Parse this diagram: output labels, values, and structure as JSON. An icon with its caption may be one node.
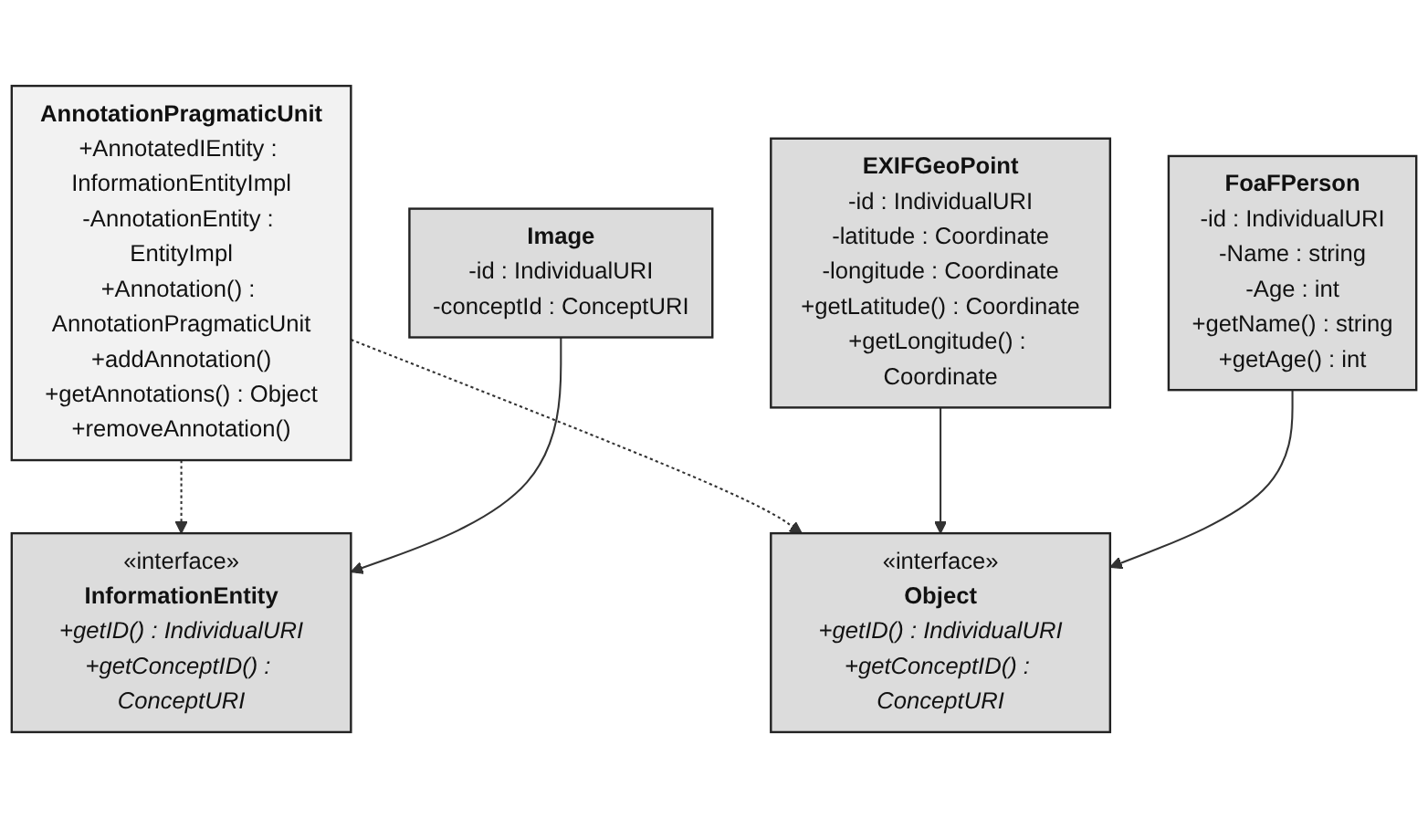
{
  "diagram": {
    "nodes": [
      {
        "text": [
          "AnnotationPragmaticUnit",
          "+AnnotatedIEntity : InformationEntityImpl",
          "-AnnotationEntity : EntityImpl",
          "+Annotation() : AnnotationPragmaticUnit",
          "+addAnnotation()",
          "+getAnnotations() : Object",
          "+removeAnnotation()"
        ]
      },
      {
        "text": [
          "«interface»",
          "InformationEntity",
          "+getID() : IndividualURI",
          "+getConceptID() : ConceptURI"
        ]
      },
      {
        "text": [
          "«interface»",
          "Object",
          "+getID() : IndividualURI",
          "+getConceptID() : ConceptURI"
        ]
      },
      {
        "text": [
          "Image",
          "-id : IndividualURI",
          "-conceptId : ConceptURI"
        ]
      },
      {
        "text": [
          "EXIFGeoPoint",
          "-id : IndividualURI",
          "-latitude : Coordinate",
          "-longitude : Coordinate",
          "+getLatitude() : Coordinate",
          "+getLongitude() : Coordinate"
        ]
      },
      {
        "text": [
          "FoaFPerson",
          "-id : IndividualURI",
          "-Name : string",
          "-Age : int",
          "+getName() : string",
          "+getAge() : int"
        ]
      }
    ],
    "edges": [
      {
        "from": 0,
        "to": 1,
        "arrow": "to",
        "style": "dashed"
      },
      {
        "from": 0,
        "to": 2,
        "arrow": "to",
        "style": "dashed"
      },
      {
        "from": 3,
        "to": 1,
        "arrow": "to"
      },
      {
        "from": 4,
        "to": 2,
        "arrow": "to"
      },
      {
        "from": 5,
        "to": 2,
        "arrow": "to"
      }
    ]
  }
}
